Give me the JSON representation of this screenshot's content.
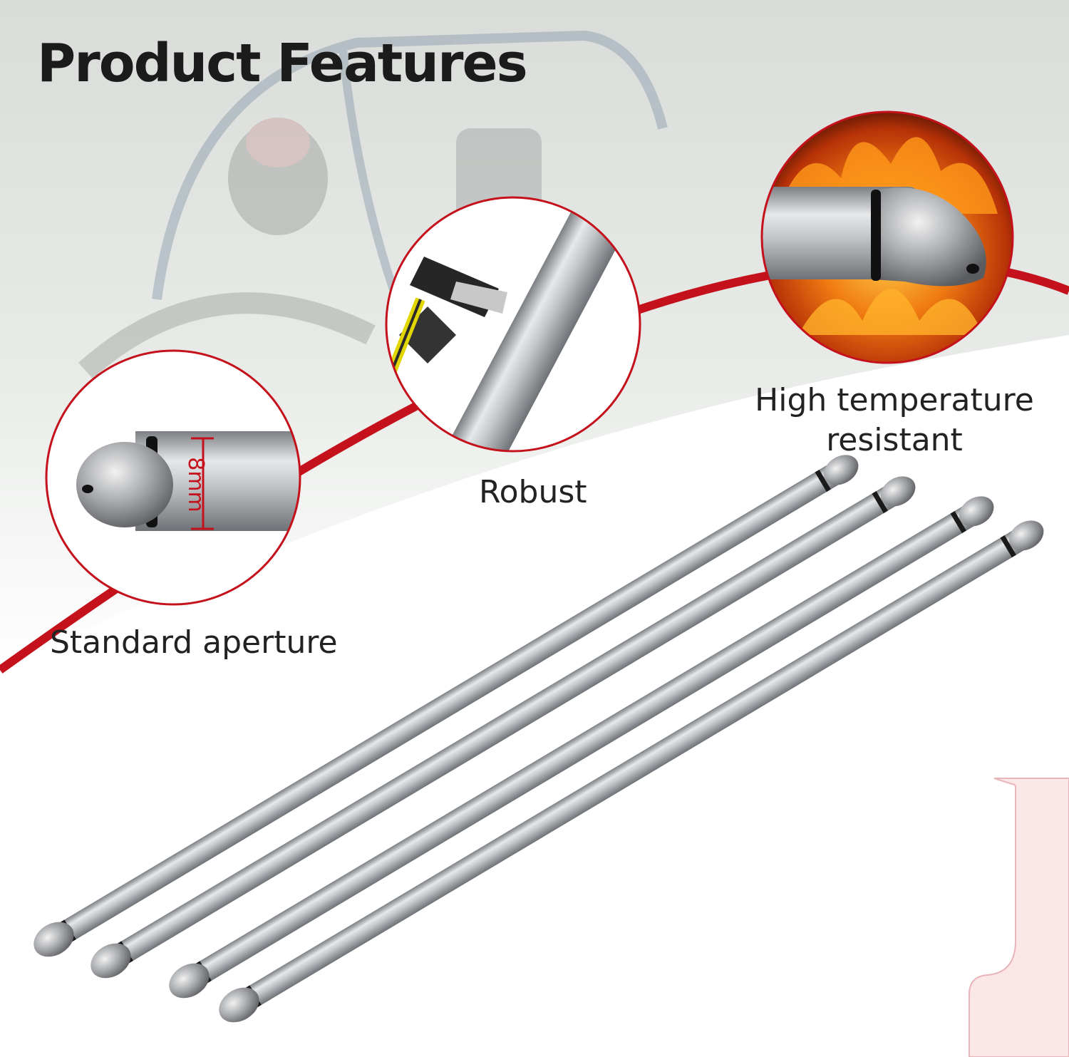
{
  "title": "Product Features",
  "features": [
    {
      "label": "Standard aperture",
      "detail": "8mm",
      "icon": "tip-aperture-icon"
    },
    {
      "label": "Robust",
      "icon": "hammer-icon"
    },
    {
      "label_line1": "High temperature",
      "label_line2": "resistant",
      "icon": "flame-icon"
    }
  ],
  "colors": {
    "accent": "#c4111b",
    "title": "#1b1b1b",
    "caption": "#222222",
    "rod": "#b8bbbf"
  }
}
